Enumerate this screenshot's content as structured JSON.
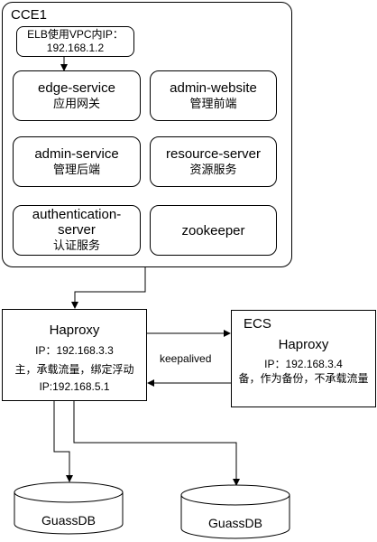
{
  "cce": {
    "title": "CCE1",
    "elb": {
      "line1": "ELB使用VPC内IP：",
      "line2": "192.168.1.2"
    },
    "services": [
      {
        "name": "edge-service",
        "desc": "应用网关"
      },
      {
        "name": "admin-website",
        "desc": "管理前端"
      },
      {
        "name": "admin-service",
        "desc": "管理后端"
      },
      {
        "name": "resource-server",
        "desc": "资源服务"
      },
      {
        "name": "authentication-",
        "name2": "server",
        "desc": "认证服务"
      },
      {
        "name": "zookeeper",
        "desc": ""
      }
    ]
  },
  "haproxy_primary": {
    "title": "Haproxy",
    "ip": "IP：192.168.3.3",
    "role": "主，承载流量，绑定浮动",
    "vip": "IP:192.168.5.1"
  },
  "ecs": {
    "label": "ECS",
    "title": "Haproxy",
    "ip": "IP：192.168.3.4",
    "role": "备，作为备份，不承载流量"
  },
  "link_label": "keepalived",
  "databases": [
    {
      "label": "GuassDB"
    },
    {
      "label": "GuassDB"
    }
  ]
}
